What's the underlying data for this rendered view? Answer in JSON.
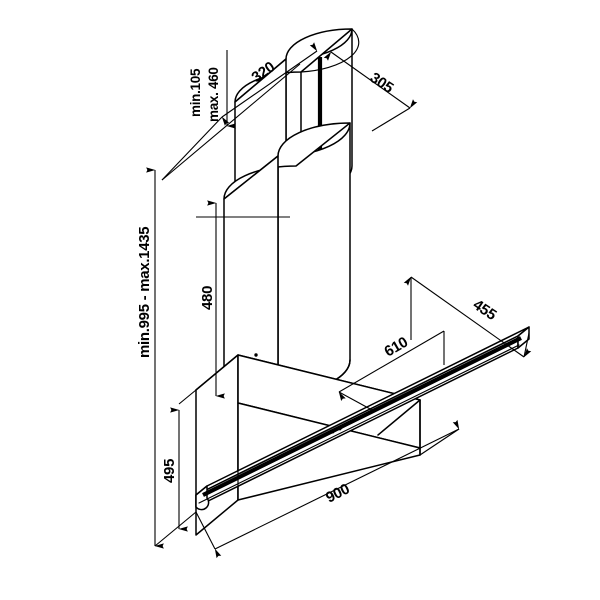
{
  "drawing": {
    "title": "Cooker hood technical dimension drawing",
    "units": "mm",
    "view": "isometric",
    "line_color": "#000000",
    "background_color": "#ffffff"
  },
  "dimensions": {
    "chimney_height_range": "min.105",
    "chimney_height_range2": "max. 460",
    "top_depth": "320",
    "top_width": "305",
    "chimney_length": "480",
    "total_height_range": "min.995 - max.1435",
    "body_height": "495",
    "canopy_depth": "455",
    "visor_depth": "610",
    "hood_width": "900"
  },
  "labels": [
    {
      "id": "min-105",
      "text": "min.105",
      "value": 105,
      "orientation": "vertical"
    },
    {
      "id": "max-460",
      "text": "max. 460",
      "value": 460,
      "orientation": "vertical"
    },
    {
      "id": "d-320",
      "text": "320",
      "value": 320,
      "orientation": "iso-left"
    },
    {
      "id": "d-305",
      "text": "305",
      "value": 305,
      "orientation": "iso-right"
    },
    {
      "id": "d-480",
      "text": "480",
      "value": 480,
      "orientation": "vertical"
    },
    {
      "id": "d-995-1435",
      "text": "min.995 - max.1435",
      "value_min": 995,
      "value_max": 1435,
      "orientation": "vertical"
    },
    {
      "id": "d-495",
      "text": "495",
      "value": 495,
      "orientation": "vertical"
    },
    {
      "id": "d-455",
      "text": "455",
      "value": 455,
      "orientation": "iso-right"
    },
    {
      "id": "d-610",
      "text": "610",
      "value": 610,
      "orientation": "iso-right"
    },
    {
      "id": "d-900",
      "text": "900",
      "value": 900,
      "orientation": "iso-right"
    }
  ]
}
